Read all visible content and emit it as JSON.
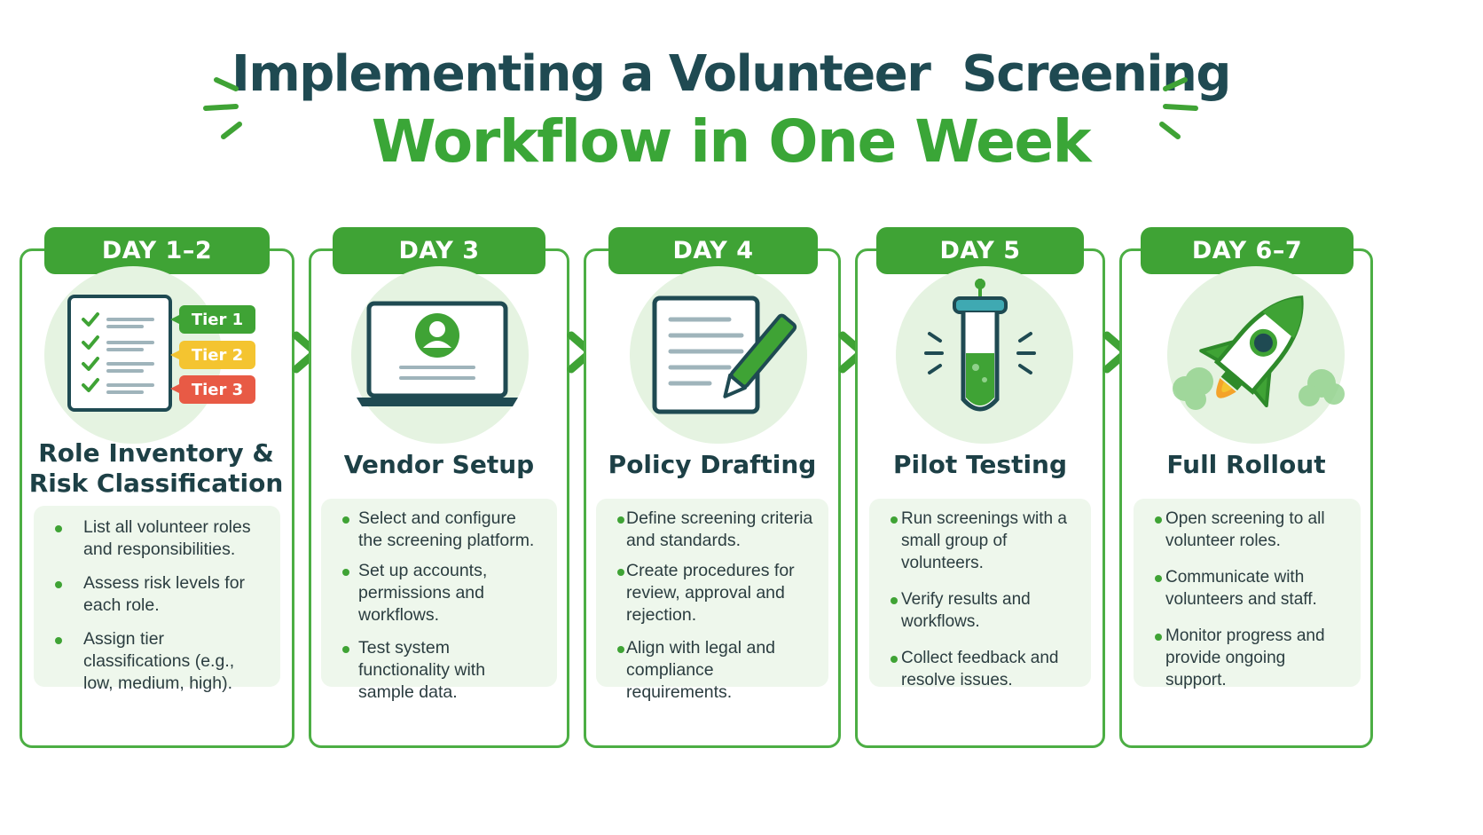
{
  "title": {
    "line1": "Implementing a Volunteer  Screening",
    "line2": "Workflow in One Week"
  },
  "colors": {
    "primary_green": "#3fa335",
    "dark_teal": "#1f4a52",
    "panel_bg": "#eef7ec",
    "icon_bg": "#e5f3e1",
    "tier1": "#3fa335",
    "tier2": "#f4c430",
    "tier3": "#e85a45"
  },
  "steps": [
    {
      "day": "DAY 1–2",
      "title_lines": [
        "Role Inventory &",
        "Risk Classification"
      ],
      "icon": "checklist-tiers-icon",
      "tiers": [
        "Tier 1",
        "Tier 2",
        "Tier 3"
      ],
      "bullets": [
        "List all volunteer roles and responsibilities.",
        "Assess risk levels for each role.",
        "Assign tier classifications (e.g., low, medium, high)."
      ]
    },
    {
      "day": "DAY 3",
      "title_lines": [
        "Vendor Setup"
      ],
      "icon": "laptop-user-icon",
      "bullets": [
        "Select and configure the screening platform.",
        "Set up accounts, permissions and workflows.",
        "Test system functionality with sample data."
      ]
    },
    {
      "day": "DAY 4",
      "title_lines": [
        "Policy Drafting"
      ],
      "icon": "document-pen-icon",
      "bullets": [
        "Define screening criteria and standards.",
        "Create procedures for review, approval and rejection.",
        "Align with legal and compliance requirements."
      ]
    },
    {
      "day": "DAY 5",
      "title_lines": [
        "Pilot Testing"
      ],
      "icon": "test-tube-icon",
      "bullets": [
        "Run screenings with a small group of volunteers.",
        "Verify results and workflows.",
        "Collect feedback and resolve issues."
      ]
    },
    {
      "day": "DAY 6–7",
      "title_lines": [
        "Full Rollout"
      ],
      "icon": "rocket-icon",
      "bullets": [
        "Open screening to all volunteer roles.",
        "Communicate with volunteers and staff.",
        "Monitor progress and provide ongoing support."
      ]
    }
  ]
}
